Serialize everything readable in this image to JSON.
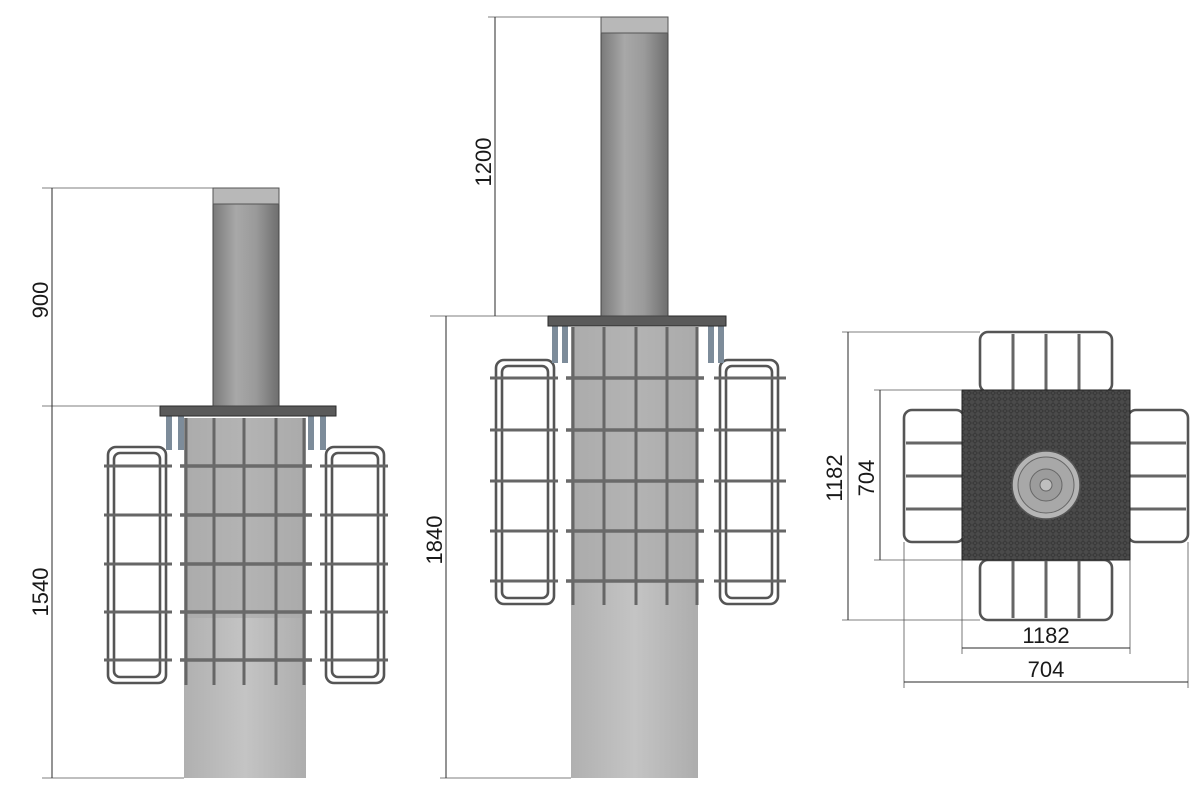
{
  "drawings": [
    {
      "id": "bollard-900",
      "dimensions": {
        "height_above": "900",
        "depth_total": "1540"
      }
    },
    {
      "id": "bollard-1200",
      "dimensions": {
        "height_above": "1200",
        "depth_total": "1840"
      }
    },
    {
      "id": "plan-view",
      "dimensions": {
        "outer_vertical": "1182",
        "inner_vertical": "704",
        "inner_horizontal": "1182",
        "outer_horizontal": "704"
      }
    }
  ],
  "colors": {
    "steel": "#8c8c8c",
    "concrete": "#bdbdbd",
    "line": "#2a2a2a",
    "plate": "#3c3c3c"
  }
}
